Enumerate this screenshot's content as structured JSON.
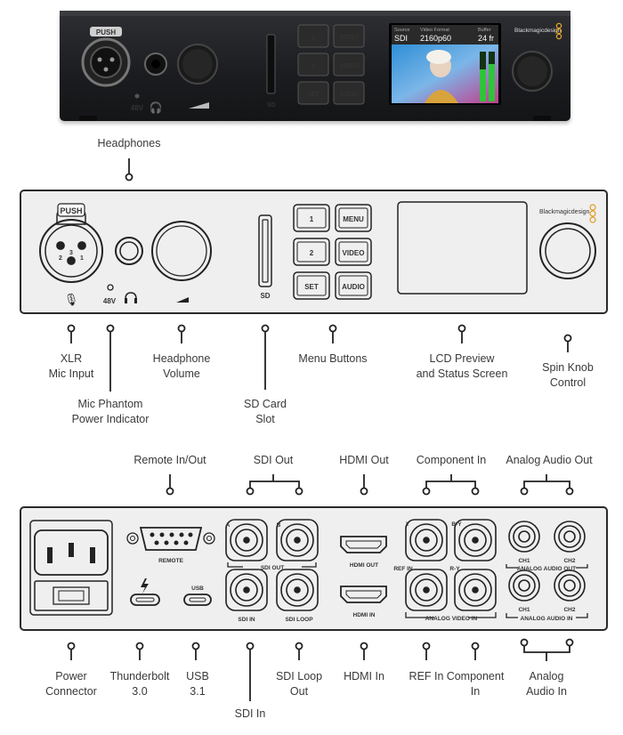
{
  "photo": {
    "push": "PUSH",
    "phantom": "48V",
    "sd": "SD",
    "buttons": [
      "1",
      "MENU",
      "2",
      "VIDEO",
      "SET",
      "AUDIO"
    ],
    "lcd": {
      "source_label": "Source",
      "source_value": "SDI",
      "format_label": "Video Format",
      "format_value": "2160p60",
      "buffer_label": "Buffer",
      "buffer_value": "24 fr"
    },
    "brand": "Blackmagicdesign"
  },
  "front": {
    "push": "PUSH",
    "phantom": "48V",
    "sd": "SD",
    "pins": [
      "2",
      "3",
      "1"
    ],
    "buttons": [
      "1",
      "MENU",
      "2",
      "VIDEO",
      "SET",
      "AUDIO"
    ],
    "brand": "Blackmagicdesign"
  },
  "front_callouts": {
    "headphones": "Headphones",
    "xlr": [
      "XLR",
      "Mic Input"
    ],
    "phantom": [
      "Mic Phantom",
      "Power Indicator"
    ],
    "volume": [
      "Headphone",
      "Volume"
    ],
    "sd_slot": [
      "SD Card",
      "Slot"
    ],
    "menu": "Menu Buttons",
    "lcd": [
      "LCD Preview",
      "and Status Screen"
    ],
    "knob": [
      "Spin Knob",
      "Control"
    ]
  },
  "rear": {
    "remote": "REMOTE",
    "usb": "USB",
    "sdi_a": "A",
    "sdi_b": "B",
    "sdi_out": "SDI OUT",
    "sdi_in": "SDI IN",
    "sdi_loop": "SDI LOOP",
    "hdmi_out": "HDMI OUT",
    "hdmi_in": "HDMI IN",
    "y": "Y",
    "by": "B-Y",
    "ry": "R-Y",
    "ref_in": "REF IN",
    "analog_video_in": "ANALOG VIDEO IN",
    "ch1": "CH1",
    "ch2": "CH2",
    "analog_audio_out": "ANALOG AUDIO OUT",
    "analog_audio_in": "ANALOG AUDIO IN"
  },
  "rear_callouts": {
    "remote": "Remote In/Out",
    "sdi_out": "SDI Out",
    "hdmi_out": "HDMI Out",
    "component_in": "Component In",
    "analog_audio_out": "Analog Audio Out",
    "power": [
      "Power",
      "Connector"
    ],
    "thunderbolt": [
      "Thunderbolt",
      "3.0"
    ],
    "usb": [
      "USB",
      "3.1"
    ],
    "sdi_in": "SDI In",
    "sdi_loop": [
      "SDI Loop",
      "Out"
    ],
    "hdmi_in": "HDMI In",
    "ref_in": "REF In",
    "component_in_bottom": [
      "Component",
      "In"
    ],
    "analog_audio_in": [
      "Analog",
      "Audio In"
    ]
  }
}
